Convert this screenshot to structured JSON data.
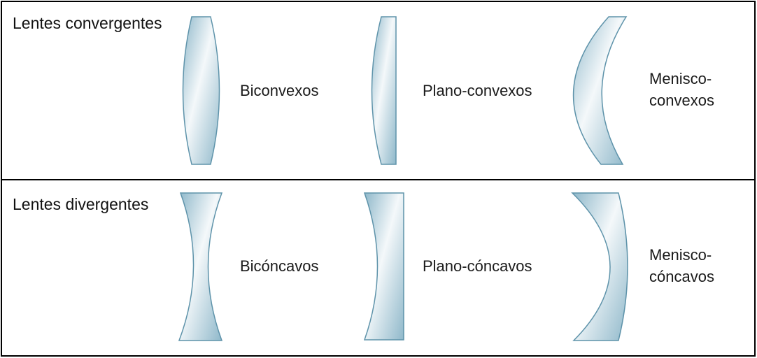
{
  "colors": {
    "lens_edge": "#5e93aa",
    "lens_dark": "#8fb8ca",
    "lens_light": "#f4f8fa",
    "frame": "#000000",
    "background": "#ffffff"
  },
  "panels": [
    {
      "title": "Lentes convergentes",
      "lenses": [
        {
          "type": "biconvex",
          "label_lines": [
            "Biconvexos"
          ]
        },
        {
          "type": "plano-convex",
          "label_lines": [
            "Plano-convexos"
          ]
        },
        {
          "type": "meniscus-convex",
          "label_lines": [
            "Menisco-",
            "convexos"
          ]
        }
      ]
    },
    {
      "title": "Lentes divergentes",
      "lenses": [
        {
          "type": "biconcave",
          "label_lines": [
            "Bicóncavos"
          ]
        },
        {
          "type": "plano-concave",
          "label_lines": [
            "Plano-cóncavos"
          ]
        },
        {
          "type": "meniscus-concave",
          "label_lines": [
            "Menisco-",
            "cóncavos"
          ]
        }
      ]
    }
  ]
}
